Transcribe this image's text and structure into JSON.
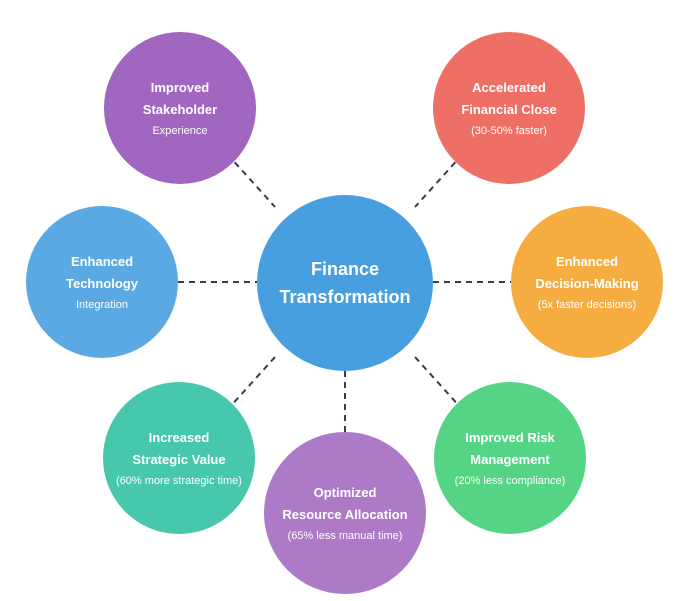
{
  "diagram": {
    "center": {
      "line1": "Finance",
      "line2": "Transformation",
      "color": "#489fdf"
    },
    "nodes": [
      {
        "id": "stakeholder",
        "line1": "Improved",
        "line2": "Stakeholder",
        "sub": "Experience",
        "color": "#a066c0"
      },
      {
        "id": "financial-close",
        "line1": "Accelerated",
        "line2": "Financial Close",
        "sub": "(30-50% faster)",
        "color": "#ee6f65"
      },
      {
        "id": "technology",
        "line1": "Enhanced",
        "line2": "Technology",
        "sub": "Integration",
        "color": "#5aa9e3"
      },
      {
        "id": "decision-making",
        "line1": "Enhanced",
        "line2": "Decision-Making",
        "sub": "(5x faster decisions)",
        "color": "#f5ad41"
      },
      {
        "id": "strategic-value",
        "line1": "Increased",
        "line2": "Strategic Value",
        "sub": "(60% more strategic time)",
        "color": "#47c7ab"
      },
      {
        "id": "risk-management",
        "line1": "Improved Risk",
        "line2": "Management",
        "sub": "(20% less compliance)",
        "color": "#56d486"
      },
      {
        "id": "resource-allocation",
        "line1": "Optimized",
        "line2": "Resource Allocation",
        "sub": "(65% less manual time)",
        "color": "#ad7ac8"
      }
    ],
    "connector_color": "#2e3f52"
  }
}
